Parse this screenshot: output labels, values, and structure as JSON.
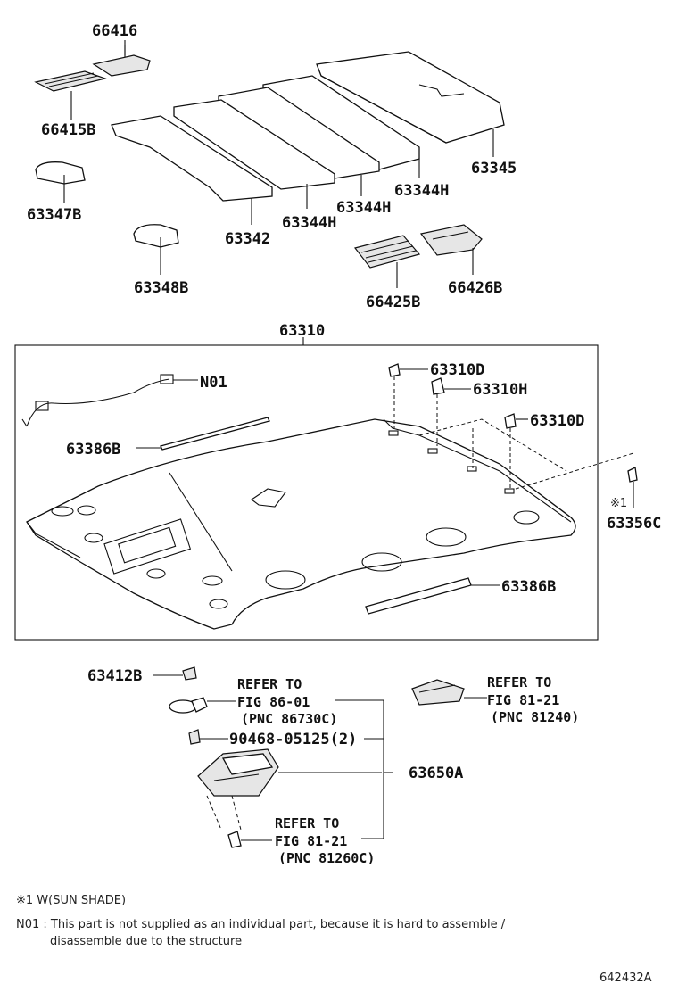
{
  "parts": {
    "p66416": "66416",
    "p66415B": "66415B",
    "p63347B": "63347B",
    "p63342": "63342",
    "p63344H_a": "63344H",
    "p63344H_b": "63344H",
    "p63344H_c": "63344H",
    "p63345": "63345",
    "p63348B": "63348B",
    "p66425B": "66425B",
    "p66426B": "66426B",
    "p63310": "63310",
    "pN01": "N01",
    "p63310D_a": "63310D",
    "p63310H": "63310H",
    "p63310D_b": "63310D",
    "p63386B_a": "63386B",
    "p63386B_b": "63386B",
    "p63356C": "63356C",
    "p63356C_mark": "※1",
    "p63412B": "63412B",
    "p90468": "90468-05125(2)",
    "p63650A": "63650A"
  },
  "refs": {
    "r1": {
      "l1": "REFER TO",
      "l2": "FIG 86-01",
      "l3": "(PNC 86730C)"
    },
    "r2": {
      "l1": "REFER TO",
      "l2": "FIG 81-21",
      "l3": "(PNC 81240)"
    },
    "r3": {
      "l1": "REFER TO",
      "l2": "FIG 81-21",
      "l3": "(PNC 81260C)"
    }
  },
  "notes": {
    "n1": "※1 W(SUN SHADE)",
    "n2_l1": "N01 : This part is not supplied as an individual part, because it is hard to assemble /",
    "n2_l2": "disassemble due to the structure"
  },
  "figure_id": "642432A"
}
